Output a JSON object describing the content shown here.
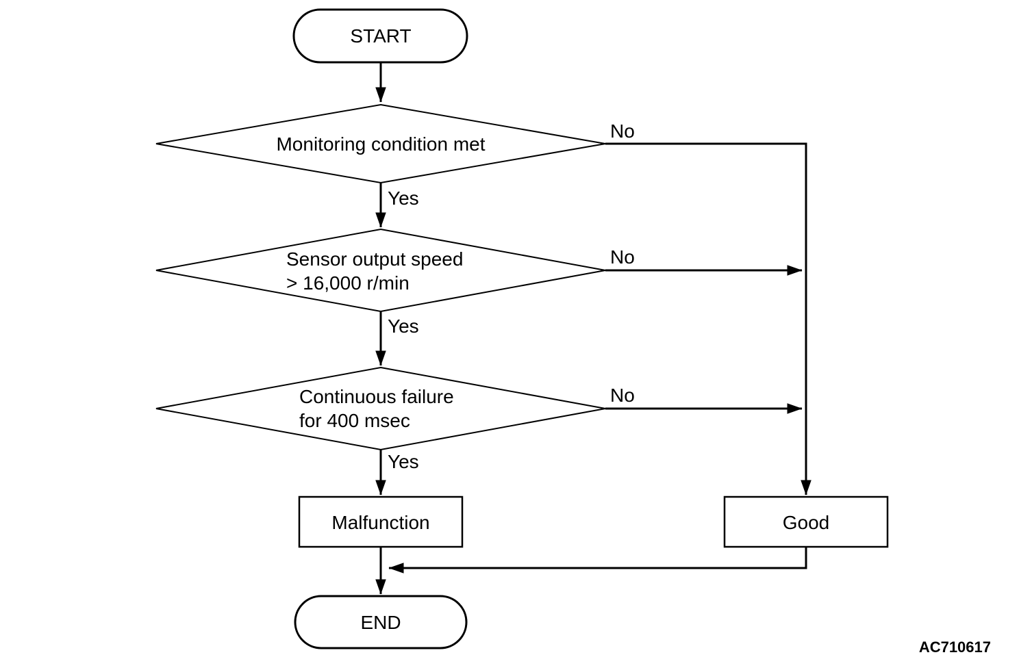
{
  "diagram": {
    "type": "flowchart",
    "figure_id": "AC710617",
    "colors": {
      "line": "#000000",
      "text": "#000000",
      "background": "#ffffff"
    },
    "nodes": {
      "start": {
        "shape": "terminator",
        "label": "START"
      },
      "decision1": {
        "shape": "decision",
        "label": "Monitoring condition met"
      },
      "decision2": {
        "shape": "decision",
        "line1": "Sensor output speed",
        "line2": "> 16,000 r/min"
      },
      "decision3": {
        "shape": "decision",
        "line1": "Continuous failure",
        "line2": "for 400 msec"
      },
      "malfunction": {
        "shape": "process",
        "label": "Malfunction"
      },
      "good": {
        "shape": "process",
        "label": "Good"
      },
      "end": {
        "shape": "terminator",
        "label": "END"
      }
    },
    "edges": {
      "start_to_decision1": {
        "from": "start",
        "to": "decision1"
      },
      "decision1_yes": {
        "from": "decision1",
        "to": "decision2",
        "label": "Yes"
      },
      "decision1_no": {
        "from": "decision1",
        "to": "good",
        "label": "No"
      },
      "decision2_yes": {
        "from": "decision2",
        "to": "decision3",
        "label": "Yes"
      },
      "decision2_no": {
        "from": "decision2",
        "to": "good",
        "label": "No"
      },
      "decision3_yes": {
        "from": "decision3",
        "to": "malfunction",
        "label": "Yes"
      },
      "decision3_no": {
        "from": "decision3",
        "to": "good",
        "label": "No"
      },
      "malfunction_to_end": {
        "from": "malfunction",
        "to": "end"
      },
      "good_to_end": {
        "from": "good",
        "to": "end"
      }
    }
  }
}
